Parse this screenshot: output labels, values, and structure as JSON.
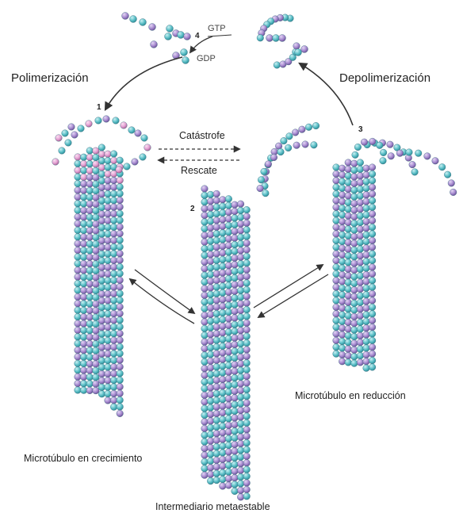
{
  "labels": {
    "polymerization": "Polimerización",
    "depolymerization": "Depolimerización",
    "catastrophe": "Catástrofe",
    "rescue": "Rescate",
    "growing": "Microtúbulo en crecimiento",
    "shrinking": "Microtúbulo en reducción",
    "metastable": "Intermediario metaestable",
    "gtp": "GTP",
    "gdp": "GDP"
  },
  "steps": [
    "1",
    "2",
    "3",
    "4"
  ],
  "colors": {
    "alpha_tubulin": "#8fd0d4",
    "beta_tubulin": "#b49ad6",
    "gtp_tip": "#e3a9d6",
    "arrow": "#333333"
  }
}
